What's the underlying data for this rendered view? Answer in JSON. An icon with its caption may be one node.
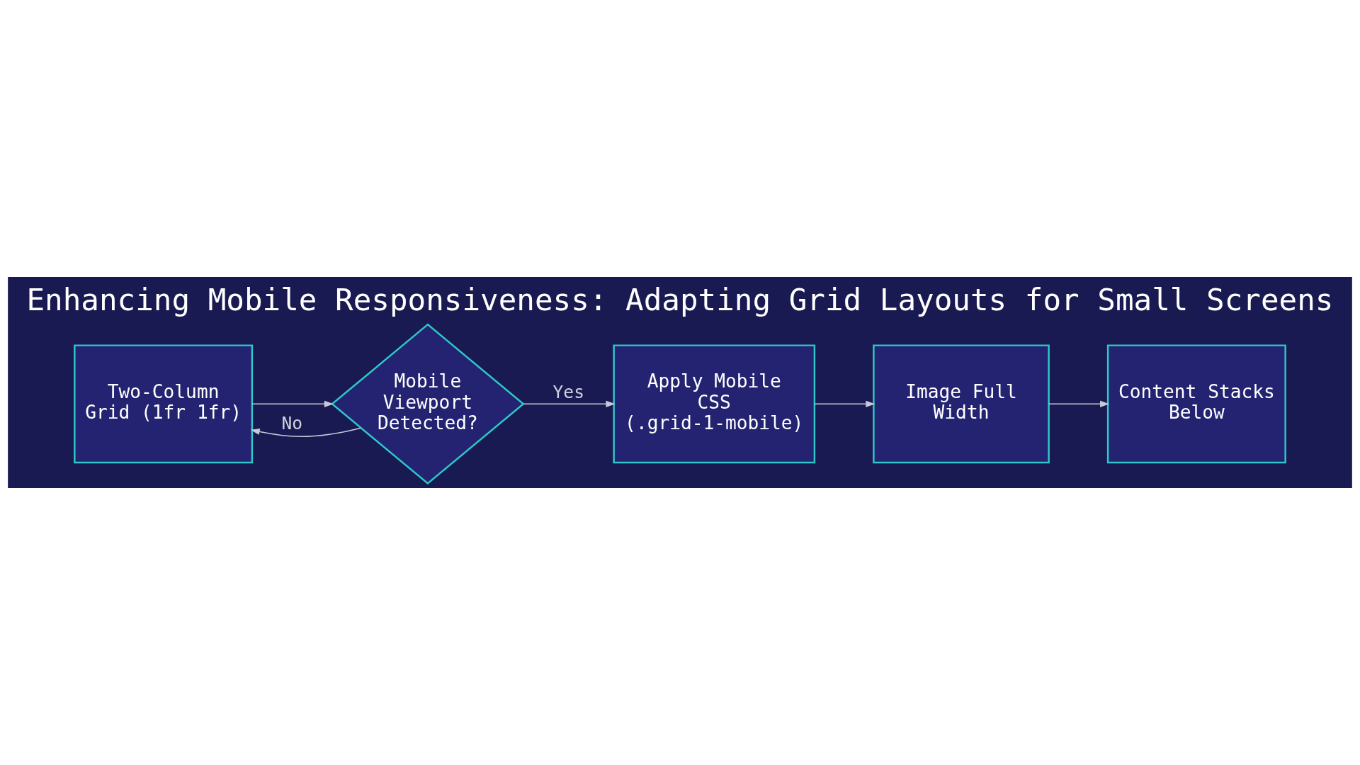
{
  "diagram": {
    "title": "Enhancing Mobile Responsiveness: Adapting Grid Layouts for Small Screens",
    "nodes": [
      {
        "text": [
          "Two-Column Grid (1fr 1fr)"
        ]
      },
      {
        "text": [
          "Mobile Viewport Detected?"
        ]
      },
      {
        "text": [
          "Apply Mobile CSS (.grid-1-mobile)"
        ]
      },
      {
        "text": [
          "Image Full Width"
        ]
      },
      {
        "text": [
          "Content Stacks Below"
        ]
      }
    ],
    "edges": [
      {
        "from": 0,
        "to": 1,
        "arrow": "to"
      },
      {
        "from": 1,
        "to": 0,
        "label": "No",
        "arrow": "to"
      },
      {
        "from": 1,
        "to": 2,
        "label": "Yes",
        "arrow": "to"
      },
      {
        "from": 2,
        "to": 3,
        "arrow": "to"
      },
      {
        "from": 3,
        "to": 4,
        "arrow": "to"
      }
    ]
  }
}
